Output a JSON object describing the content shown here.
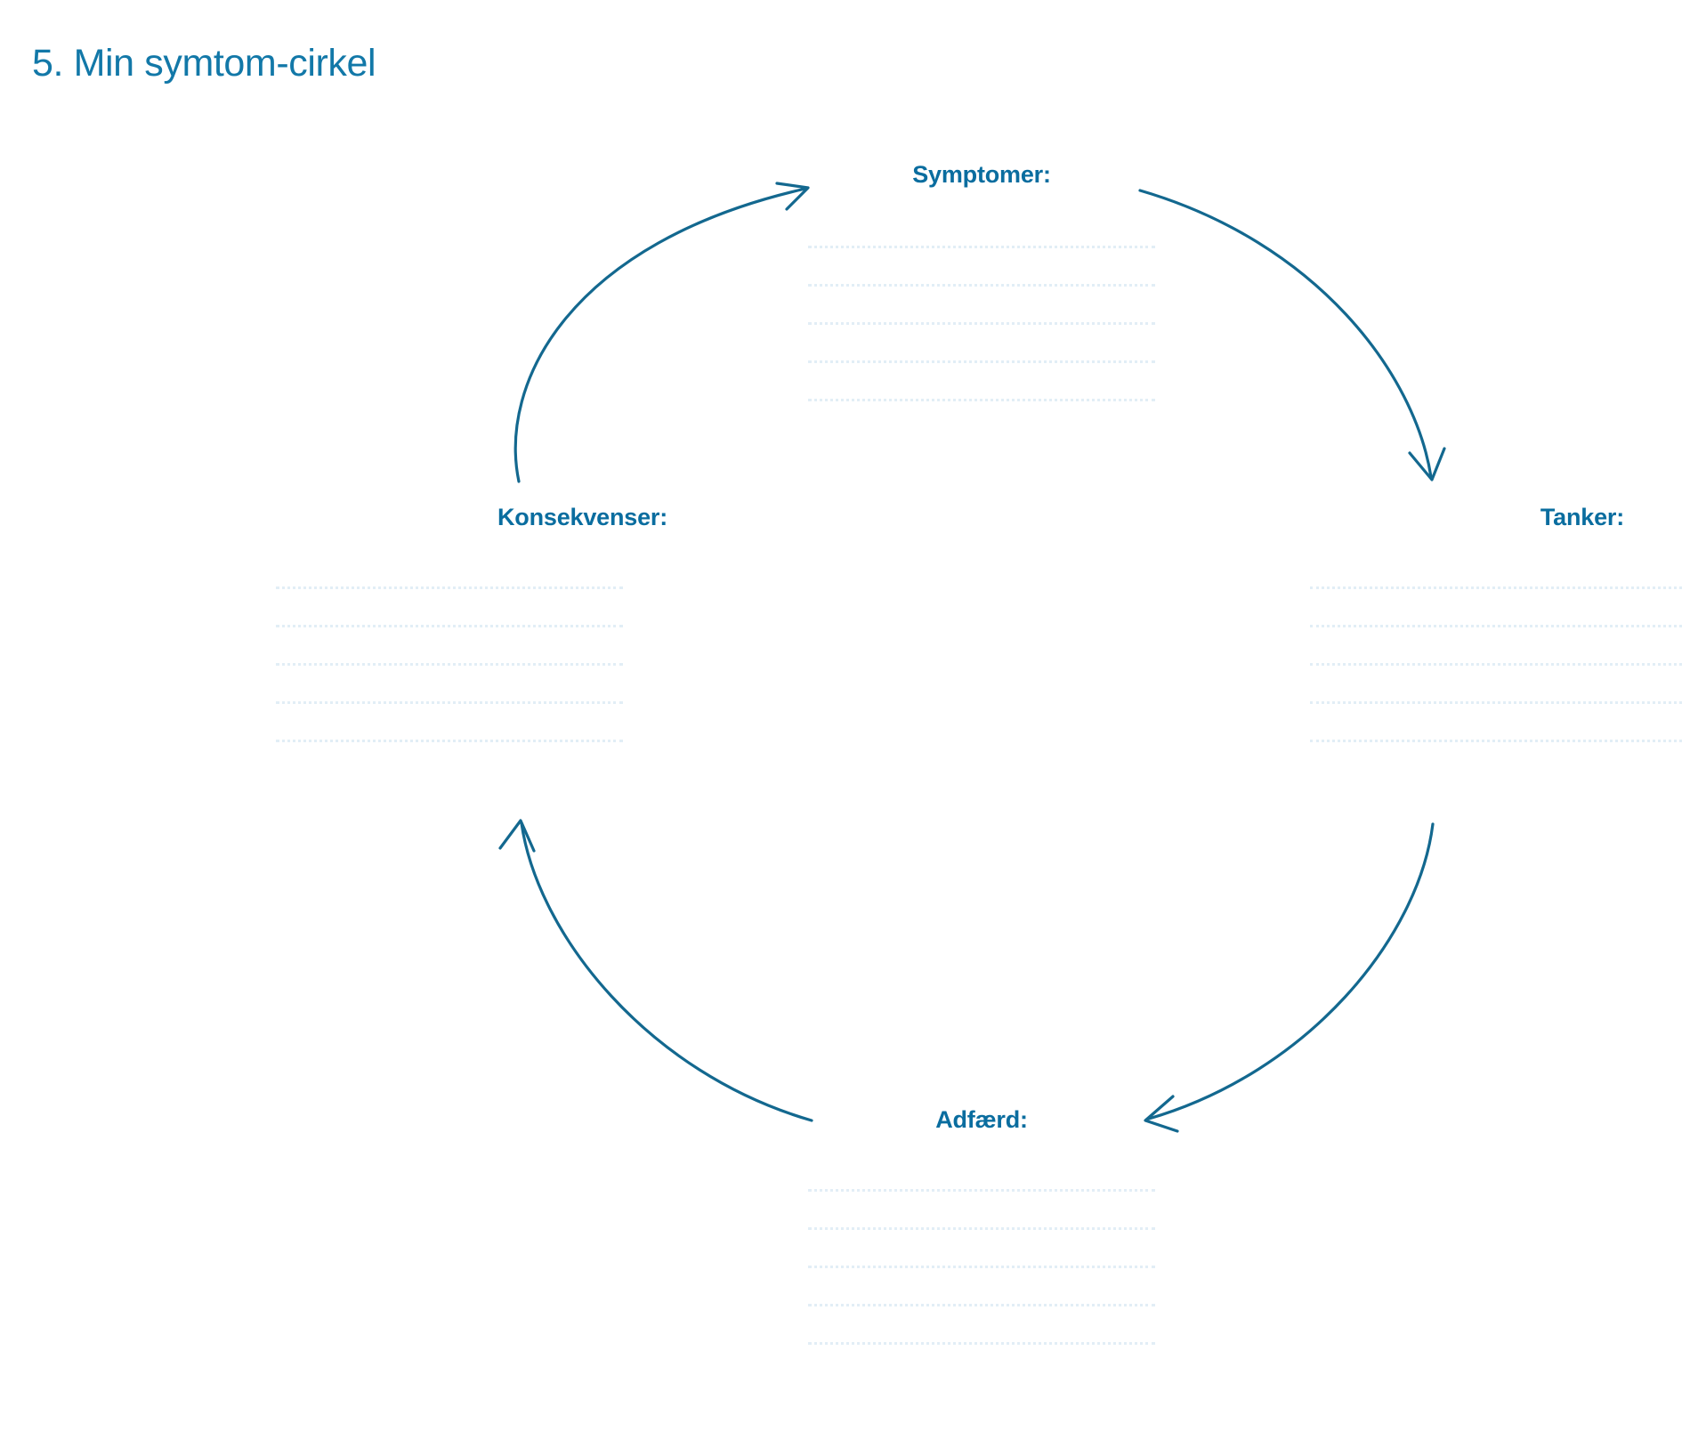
{
  "page": {
    "title": "5. Min symtom-cirkel",
    "background_color": "#ffffff",
    "title_color": "#1278a8",
    "label_color": "#0a6d9f",
    "line_color": "#e2eef6",
    "arrow_color": "#13688f"
  },
  "diagram": {
    "type": "cycle",
    "node_count": 4,
    "lines_per_node": 5,
    "nodes": [
      {
        "id": "symptomer",
        "label": "Symptomer:",
        "position": "top",
        "lines": [
          "",
          "",
          "",
          "",
          ""
        ]
      },
      {
        "id": "tanker",
        "label": "Tanker:",
        "position": "right",
        "lines": [
          "",
          "",
          "",
          "",
          ""
        ]
      },
      {
        "id": "adfaerd",
        "label": "Adfærd:",
        "position": "bottom",
        "lines": [
          "",
          "",
          "",
          "",
          ""
        ]
      },
      {
        "id": "konsekvenser",
        "label": "Konsekvenser:",
        "position": "left",
        "lines": [
          "",
          "",
          "",
          "",
          ""
        ]
      }
    ],
    "arrows": [
      {
        "id": "konsekvenser-to-symptomer",
        "from": "konsekvenser",
        "to": "symptomer"
      },
      {
        "id": "symptomer-to-tanker",
        "from": "symptomer",
        "to": "tanker"
      },
      {
        "id": "tanker-to-adfaerd",
        "from": "tanker",
        "to": "adfaerd"
      },
      {
        "id": "adfaerd-to-konsekvenser",
        "from": "adfaerd",
        "to": "konsekvenser"
      }
    ]
  }
}
